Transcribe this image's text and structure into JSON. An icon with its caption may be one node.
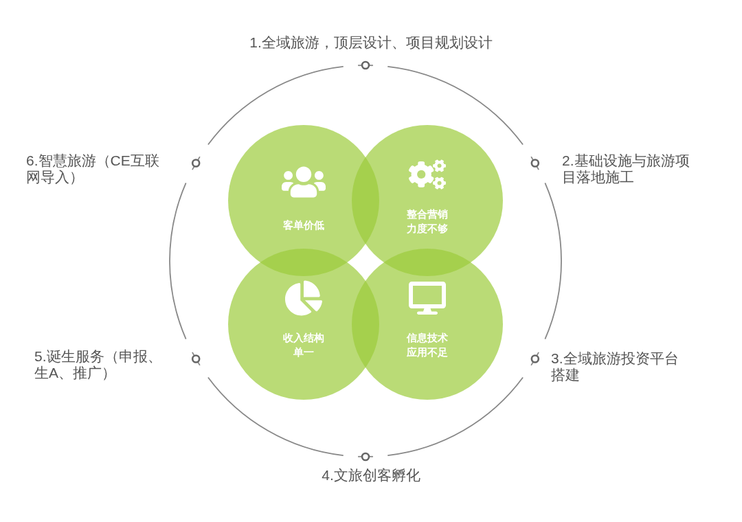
{
  "diagram": {
    "nodes": [
      {
        "text": [
          "客单价低"
        ]
      },
      {
        "text": [
          "整合营销力度不够"
        ]
      },
      {
        "text": [
          "收入结构单一"
        ]
      },
      {
        "text": [
          "信息技术应用不足"
        ]
      }
    ],
    "labels": [
      "1.全域旅游，顶层设计、项目规划设计",
      "6.智慧旅游（CE互联网导入）",
      "2.基础设施与旅游项目落地施工",
      "5.诞生服务（申报、生A、推广）",
      "3.全域旅游投资平台搭建",
      "4.文旅创客孵化"
    ]
  }
}
